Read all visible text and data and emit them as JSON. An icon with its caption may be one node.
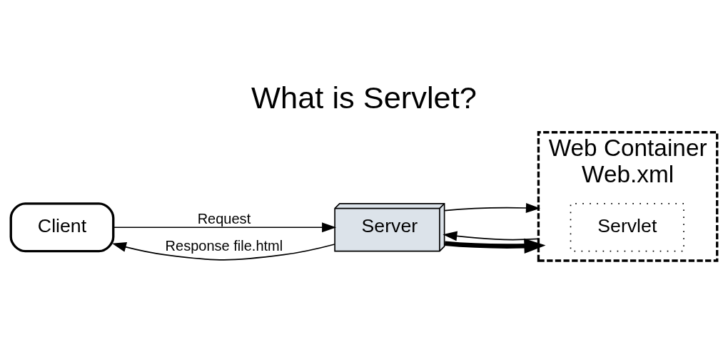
{
  "diagram": {
    "title": "What is Servlet?",
    "nodes": [
      {
        "text": [
          "Client"
        ]
      },
      {
        "text": [
          "Server"
        ]
      },
      {
        "text": [
          "Web Container",
          "Web.xml"
        ]
      },
      {
        "text": [
          "Servlet"
        ],
        "in": 2
      }
    ],
    "edges": [
      {
        "from": 0,
        "to": 1,
        "arrow": "to",
        "label": "Request"
      },
      {
        "from": 1,
        "to": 0,
        "arrow": "to",
        "label": "Response file.html"
      },
      {
        "from": 1,
        "to": 2,
        "arrow": "to",
        "style": "thick"
      },
      {
        "from": 1,
        "to": 2,
        "arrow": "to"
      },
      {
        "from": 2,
        "to": 1,
        "arrow": "to"
      }
    ]
  }
}
